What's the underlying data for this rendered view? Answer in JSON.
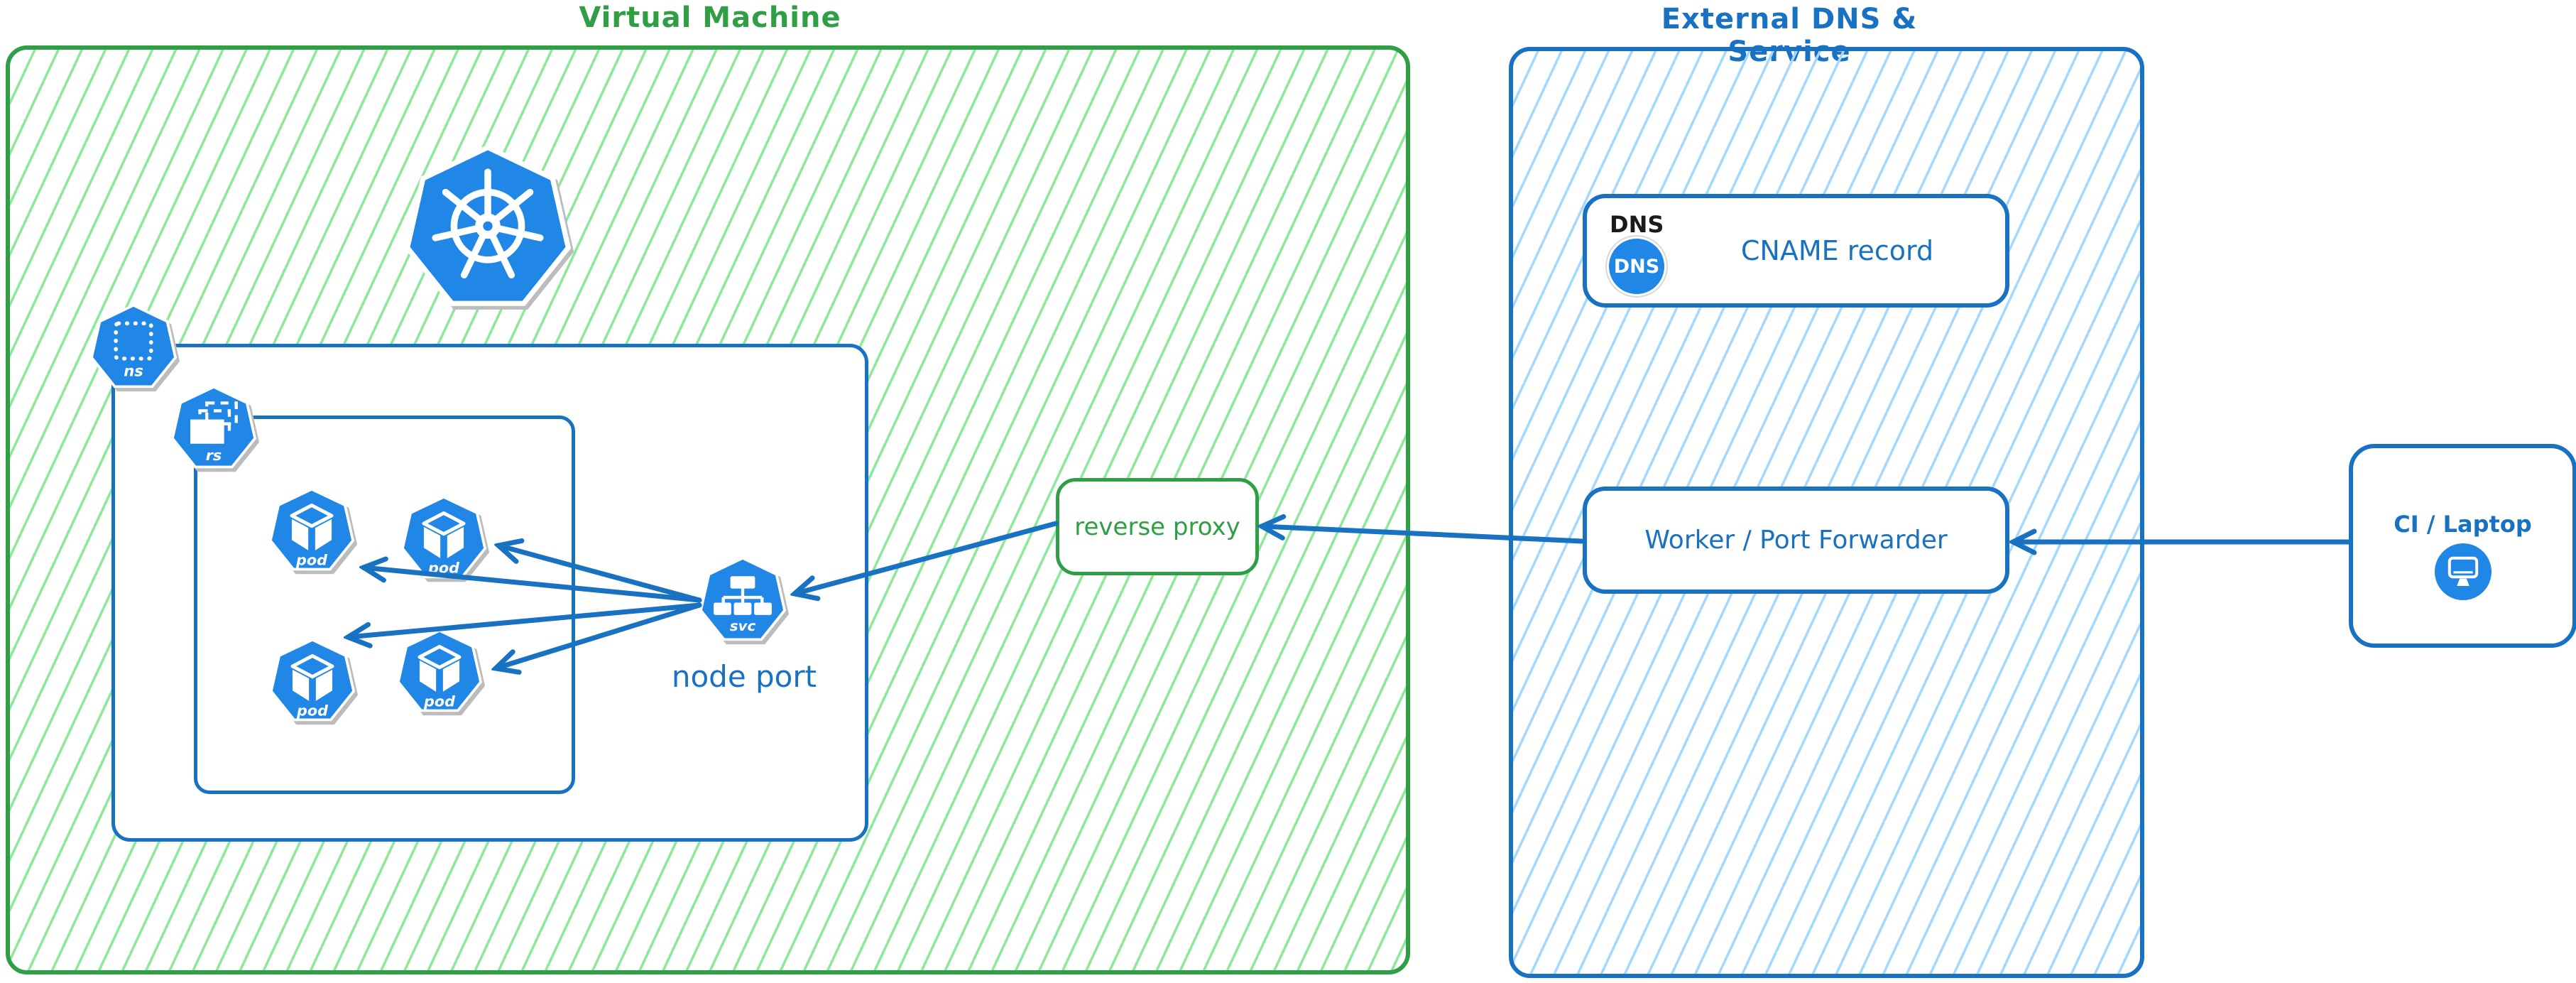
{
  "diagram": {
    "vm": {
      "title": "Virtual Machine",
      "namespace_label": "ns",
      "replicaset_label": "rs",
      "pods": [
        "pod",
        "pod",
        "pod",
        "pod"
      ],
      "service_label": "svc",
      "service_caption": "node port"
    },
    "reverse_proxy": {
      "label": "reverse proxy"
    },
    "external": {
      "title": "External DNS & Service",
      "dns_tag": "DNS",
      "dns_badge": "DNS",
      "cname_label": "CNAME record",
      "worker_label": "Worker / Port Forwarder"
    },
    "client": {
      "label": "CI / Laptop"
    }
  },
  "colors": {
    "green": "#2f9e44",
    "green_hatch": "#8ce99a",
    "blue": "#1971c2",
    "blue_hatch": "#a5d8ff",
    "icon_blue": "#2187e6",
    "shadow": "#bcbcbc"
  }
}
